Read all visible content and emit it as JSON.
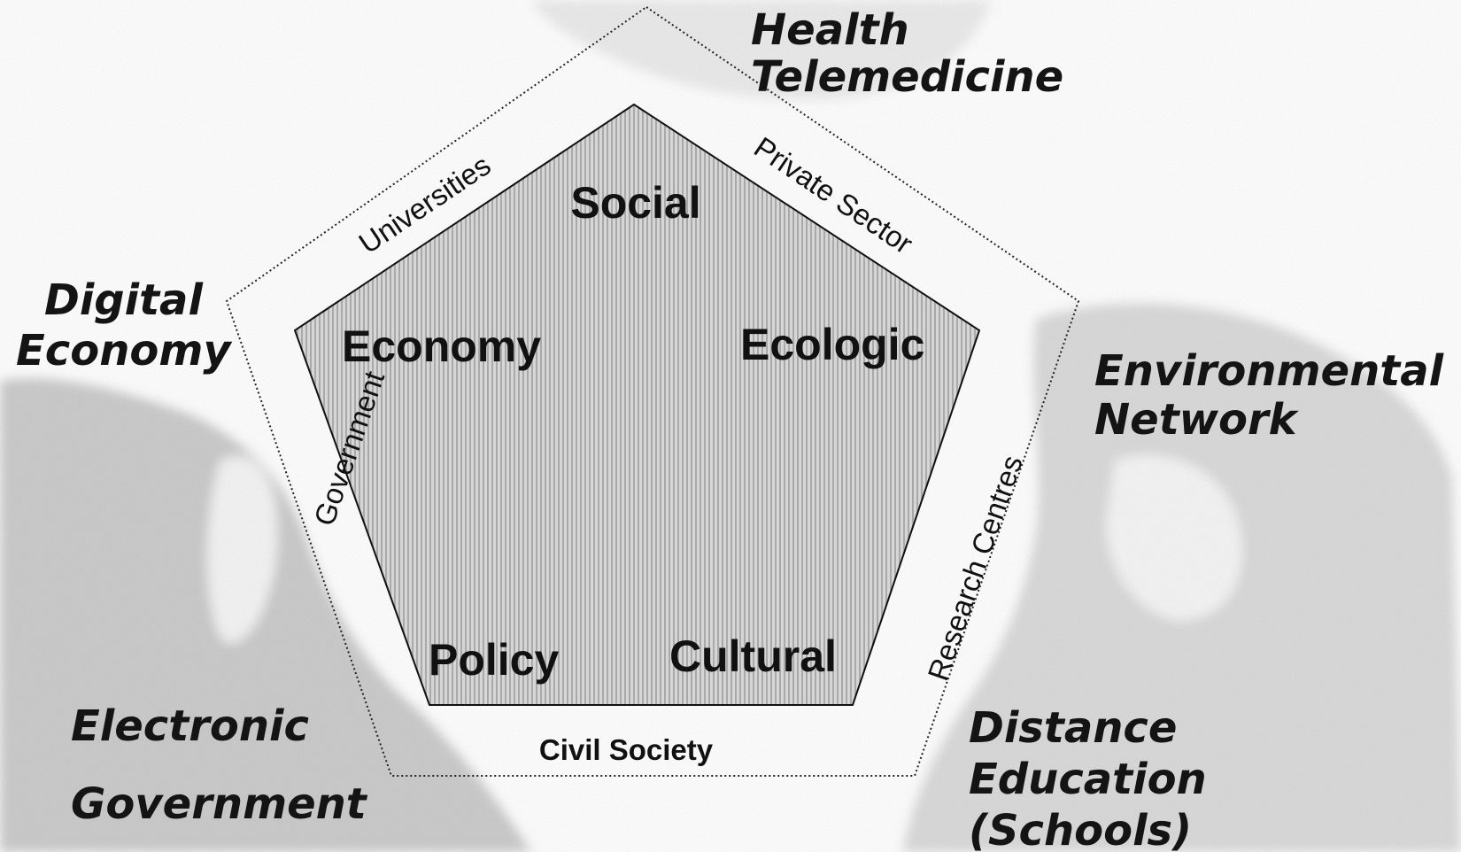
{
  "domains": {
    "health": [
      "Health",
      "Telemedicine"
    ],
    "digital_economy": [
      "Digital",
      "Economy"
    ],
    "environmental": [
      "Environmental",
      "Network"
    ],
    "e_government": [
      "Electronic",
      "Government"
    ],
    "distance_education": [
      "Distance",
      "Education",
      "(Schools)"
    ]
  },
  "stakeholders": {
    "universities": "Universities",
    "private_sector": "Private Sector",
    "government": "Government",
    "research_centres": "Research Centres",
    "civil_society": "Civil Society"
  },
  "dimensions": {
    "social": "Social",
    "economy": "Economy",
    "ecologic": "Ecologic",
    "policy": "Policy",
    "cultural": "Cultural"
  },
  "colors": {
    "inner_fill": "#c9c9c9",
    "background_map": "#8c8c8c",
    "text": "#111111",
    "outline": "#222222"
  }
}
